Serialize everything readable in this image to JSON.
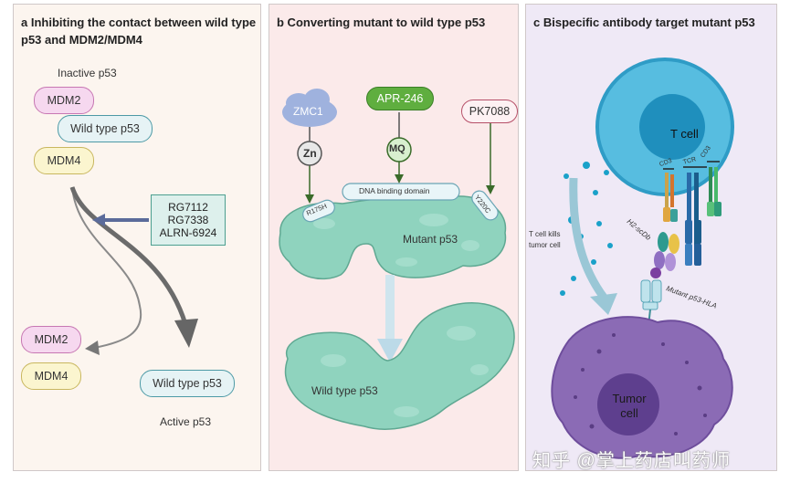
{
  "panel_a": {
    "title": "a Inhibiting the contact between wild type p53 and MDM2/MDM4",
    "inactive_label": "Inactive p53",
    "mdm2": "MDM2",
    "wild_type": "Wild type p53",
    "mdm4": "MDM4",
    "drugs": [
      "RG7112",
      "RG7338",
      "ALRN-6924"
    ],
    "active_label": "Active p53"
  },
  "panel_b": {
    "title": "b Converting mutant to wild type p53",
    "zmc1": "ZMC1",
    "zn": "Zn",
    "apr246": "APR-246",
    "mq": "MQ",
    "pk7088": "PK7088",
    "dna_domain": "DNA binding domain",
    "r175h": "R175H",
    "y220c": "Y220C",
    "mutant_label": "Mutant p53",
    "wildtype_label": "Wild type p53"
  },
  "panel_c": {
    "title": "c Bispecific antibody target mutant p53",
    "t_cell": "T cell",
    "cd3_left": "CD3",
    "tcr": "TCR",
    "cd3_right": "CD3",
    "kills_line1": "T cell kills",
    "kills_line2": "tumor cell",
    "h2": "H2-scDb",
    "hla": "Mutant p53-HLA",
    "tumor_line1": "Tumor",
    "tumor_line2": "cell"
  },
  "watermark": "知乎 @掌上药店叫药师",
  "colors": {
    "panel_a_bg": "#fcf5ef",
    "panel_b_bg": "#fbeaea",
    "panel_c_bg": "#efe9f6",
    "protein": "#8fd3be",
    "t_cell": "#3fb3dc",
    "tumor": "#7b5aa6"
  }
}
